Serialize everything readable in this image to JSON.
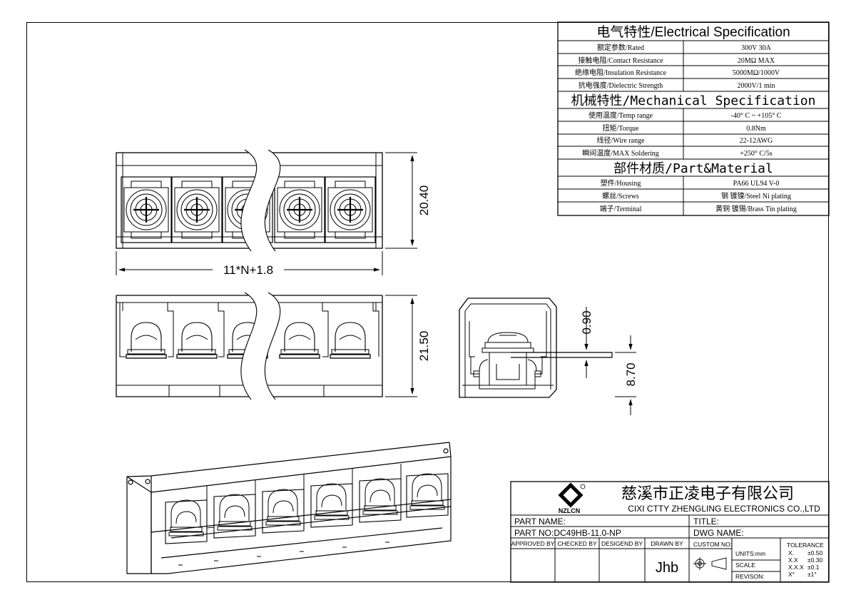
{
  "spec": {
    "electrical_title": "电气特性/Electrical Specification",
    "electrical": [
      {
        "label": "额定参数/Rated",
        "value": "300V  30A"
      },
      {
        "label": "接触电阻/Contact Resistance",
        "value": "20MΩ MAX"
      },
      {
        "label": "绝缘电阻/Insulation Resistance",
        "value": "5000MΩ/1000V"
      },
      {
        "label": "抗电强度/Dielectric Strength",
        "value": "2000V/1 min"
      }
    ],
    "mechanical_title": "机械特性/Mechanical Specification",
    "mechanical": [
      {
        "label": "使用温度/Temp range",
        "value": "-40° C ~ +105° C"
      },
      {
        "label": "扭矩/Torque",
        "value": "0.8Nm"
      },
      {
        "label": "线径/Wire range",
        "value": "22-12AWG"
      },
      {
        "label": "瞬间温度/MAX Soldering",
        "value": "+250° C/5s"
      }
    ],
    "material_title": "部件材质/Part&Material",
    "material": [
      {
        "label": "塑件/Housing",
        "value": "PA66 UL94 V-0"
      },
      {
        "label": "螺丝/Screws",
        "value": "钢 镀镍/Steel Ni plating"
      },
      {
        "label": "端子/Terminal",
        "value": "黄铜 镀锡/Brass Tin  plating"
      }
    ]
  },
  "dimensions": {
    "length": "11*N+1.8",
    "height_top": "20.40",
    "height_front": "21.50",
    "pin_thickness": "0.90",
    "pin_length": "8.70"
  },
  "title_block": {
    "logo_text": "NZLCN",
    "company_cn": "慈溪市正凌电子有限公司",
    "company_en": "CIXI CTTY ZHENGLING ELECTRONICS CO.,LTD",
    "part_name_label": "PART NAME:",
    "title_label": "TITLE:",
    "part_no": "PART NO:DC49HB-11.0-NP",
    "dwg_name_label": "DWG NAME:",
    "approved_by": "APPROVED BY",
    "checked_by": "CHECKED BY",
    "designed_by": "DESIGEND BY",
    "drawn_by": "DRAWN BY",
    "drawn_by_value": "Jhb",
    "custom_no": "CUSTOM NO:",
    "units": "UNITS:mm",
    "scale": "SCALE",
    "revision": "REVISON:",
    "tolerance_title": "TOLERANCE",
    "tolerances": [
      {
        "k": "X.",
        "v": "±0.50"
      },
      {
        "k": "X.X",
        "v": "±0.30"
      },
      {
        "k": "X.X.X",
        "v": "±0.1"
      },
      {
        "k": "X°",
        "v": "±1°"
      }
    ]
  }
}
